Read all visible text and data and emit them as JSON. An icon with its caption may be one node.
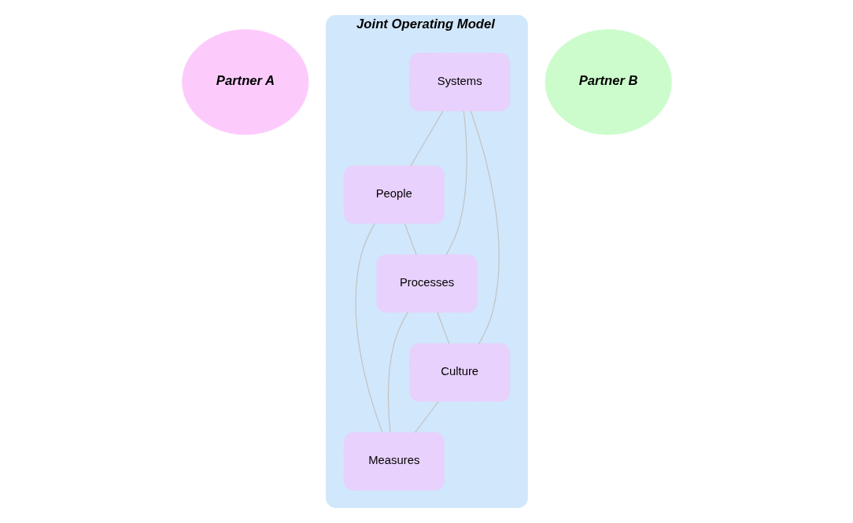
{
  "diagram": {
    "nodes": [
      {
        "text": [
          "Partner A"
        ]
      },
      {
        "text": [
          "Joint Operating Model"
        ]
      },
      {
        "text": [
          "Partner B"
        ]
      },
      {
        "text": [
          "Systems"
        ],
        "in": 1
      },
      {
        "text": [
          "People"
        ],
        "in": 1
      },
      {
        "text": [
          "Processes"
        ],
        "in": 1
      },
      {
        "text": [
          "Culture"
        ],
        "in": 1
      },
      {
        "text": [
          "Measures"
        ],
        "in": 1
      }
    ],
    "edges": [
      {
        "from": 3,
        "to": 4,
        "arrow": "none"
      },
      {
        "from": 3,
        "to": 5,
        "arrow": "none"
      },
      {
        "from": 3,
        "to": 6,
        "arrow": "none"
      },
      {
        "from": 4,
        "to": 5,
        "arrow": "none"
      },
      {
        "from": 5,
        "to": 6,
        "arrow": "none"
      },
      {
        "from": 4,
        "to": 7,
        "arrow": "none"
      },
      {
        "from": 5,
        "to": 7,
        "arrow": "none"
      },
      {
        "from": 6,
        "to": 7,
        "arrow": "none"
      }
    ]
  }
}
